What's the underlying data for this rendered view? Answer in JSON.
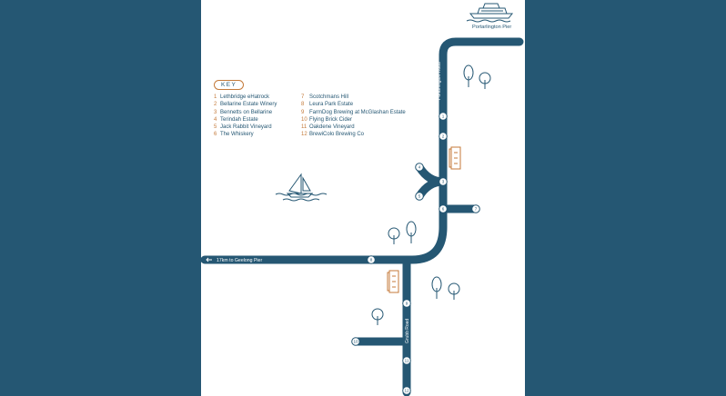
{
  "key": {
    "title": "KEY",
    "left": [
      {
        "num": "1",
        "name": "Lethbridge eHatrock"
      },
      {
        "num": "2",
        "name": "Bellarine Estate Winery"
      },
      {
        "num": "3",
        "name": "Bennetts on Bellarine"
      },
      {
        "num": "4",
        "name": "Terindah Estate"
      },
      {
        "num": "5",
        "name": "Jack Rabbit Vineyard"
      },
      {
        "num": "6",
        "name": "The Whiskery"
      }
    ],
    "right": [
      {
        "num": "7",
        "name": "Scotchmans Hill"
      },
      {
        "num": "8",
        "name": "Leura Park Estate"
      },
      {
        "num": "9",
        "name": "FarmDog Brewing at McGlashan Estate"
      },
      {
        "num": "10",
        "name": "Flying Brick Cider"
      },
      {
        "num": "11",
        "name": "Oakdene Vineyard"
      },
      {
        "num": "12",
        "name": "BrewiColo Brewing Co"
      }
    ]
  },
  "labels": {
    "pier": "Portarlington Pier",
    "road_portarlington": "Portarlington Road",
    "road_grubb": "Grubb Road",
    "geelong": "17km to Geelong Pier"
  },
  "stops": [
    "1",
    "2",
    "3",
    "4",
    "5",
    "6",
    "7",
    "8",
    "9",
    "10",
    "11",
    "12"
  ],
  "icons": {
    "ferry": "ferry-icon",
    "sailboat": "sailboat-icon",
    "tree": "tree-icon",
    "building": "building-icon",
    "arrow": "arrow-left-icon"
  },
  "colors": {
    "background": "#255773",
    "road": "#255773",
    "accent": "#c47a3a",
    "page": "#ffffff"
  }
}
